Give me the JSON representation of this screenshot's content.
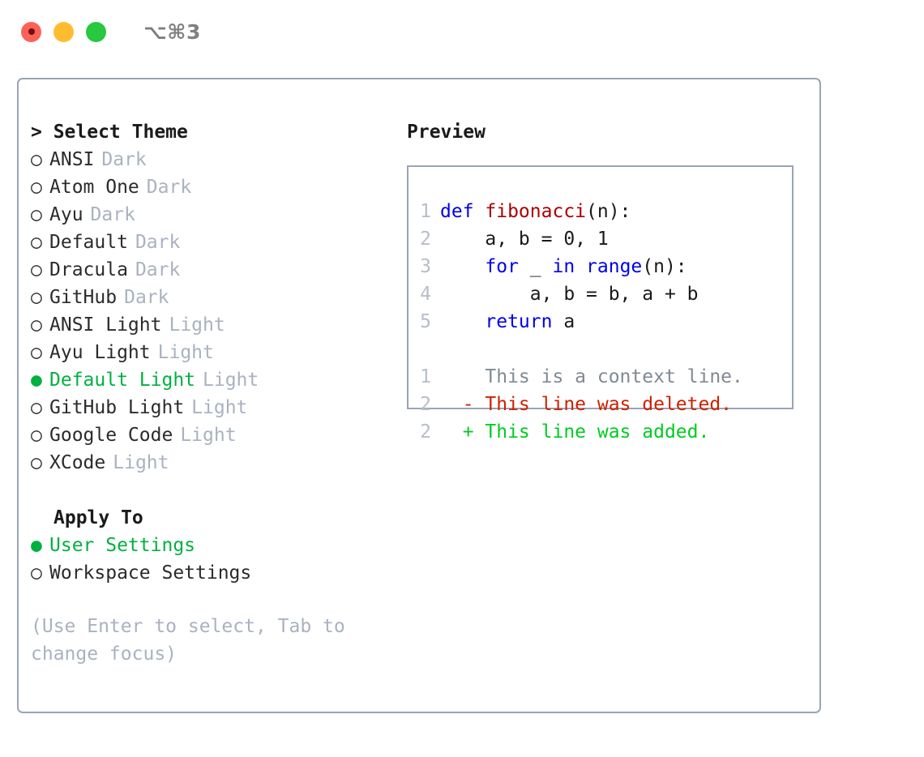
{
  "window": {
    "shortcut": "⌥⌘3",
    "traffic_lights": [
      "close",
      "minimize",
      "zoom"
    ]
  },
  "theme_picker": {
    "heading": "> Select Theme",
    "items": [
      {
        "bullet": "○",
        "label": "ANSI",
        "tag": "Dark",
        "selected": false
      },
      {
        "bullet": "○",
        "label": "Atom One",
        "tag": "Dark",
        "selected": false
      },
      {
        "bullet": "○",
        "label": "Ayu",
        "tag": "Dark",
        "selected": false
      },
      {
        "bullet": "○",
        "label": "Default",
        "tag": "Dark",
        "selected": false
      },
      {
        "bullet": "○",
        "label": "Dracula",
        "tag": "Dark",
        "selected": false
      },
      {
        "bullet": "○",
        "label": "GitHub",
        "tag": "Dark",
        "selected": false
      },
      {
        "bullet": "○",
        "label": "ANSI Light",
        "tag": "Light",
        "selected": false
      },
      {
        "bullet": "○",
        "label": "Ayu Light",
        "tag": "Light",
        "selected": false
      },
      {
        "bullet": "●",
        "label": "Default Light",
        "tag": "Light",
        "selected": true
      },
      {
        "bullet": "○",
        "label": "GitHub Light",
        "tag": "Light",
        "selected": false
      },
      {
        "bullet": "○",
        "label": "Google Code",
        "tag": "Light",
        "selected": false
      },
      {
        "bullet": "○",
        "label": "XCode",
        "tag": "Light",
        "selected": false
      }
    ]
  },
  "apply_to": {
    "heading": "Apply To",
    "items": [
      {
        "bullet": "●",
        "label": "User Settings",
        "selected": true
      },
      {
        "bullet": "○",
        "label": "Workspace Settings",
        "selected": false
      }
    ]
  },
  "hint": "(Use Enter to select, Tab to change focus)",
  "preview": {
    "heading": "Preview",
    "code_lines": [
      {
        "no": "1",
        "tokens": [
          {
            "t": "def ",
            "c": "kw"
          },
          {
            "t": "fibonacci",
            "c": "fn"
          },
          {
            "t": "(n):",
            "c": "plain"
          }
        ]
      },
      {
        "no": "2",
        "tokens": [
          {
            "t": "    a, b = 0, 1",
            "c": "plain"
          }
        ]
      },
      {
        "no": "3",
        "tokens": [
          {
            "t": "    ",
            "c": "plain"
          },
          {
            "t": "for",
            "c": "kw"
          },
          {
            "t": " _ ",
            "c": "plain"
          },
          {
            "t": "in range",
            "c": "kw"
          },
          {
            "t": "(n):",
            "c": "plain"
          }
        ]
      },
      {
        "no": "4",
        "tokens": [
          {
            "t": "        a, b = b, a + b",
            "c": "plain"
          }
        ]
      },
      {
        "no": "5",
        "tokens": [
          {
            "t": "    ",
            "c": "plain"
          },
          {
            "t": "return",
            "c": "kw"
          },
          {
            "t": " a",
            "c": "plain"
          }
        ]
      }
    ],
    "diff_lines": [
      {
        "no": "1",
        "marker": " ",
        "text": "This is a context line.",
        "kind": "ctx"
      },
      {
        "no": "2",
        "marker": "-",
        "text": "This line was deleted.",
        "kind": "del"
      },
      {
        "no": "2",
        "marker": "+",
        "text": "This line was added.",
        "kind": "add"
      }
    ]
  },
  "colors": {
    "selected_green": "#00b140",
    "tag_gray": "#aab2c0",
    "border": "#9aa4b4",
    "keyword_blue": "#0000ee",
    "function_red": "#aa0000",
    "diff_deleted": "#cc2200",
    "diff_added": "#00cc22",
    "diff_context": "#808a94",
    "lineno_gray": "#b6bec9"
  }
}
